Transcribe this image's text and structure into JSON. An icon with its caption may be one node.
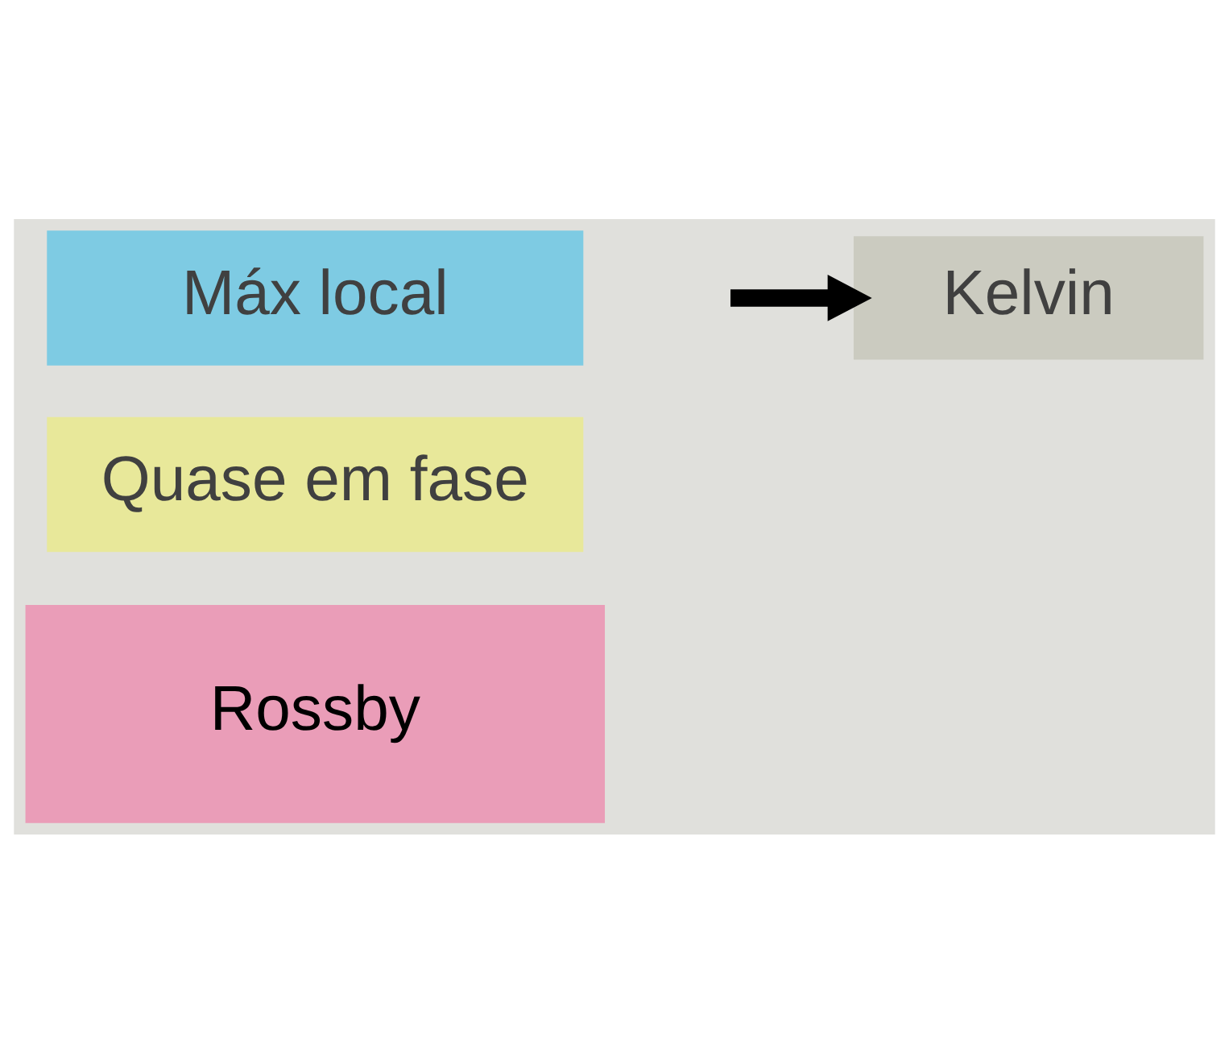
{
  "diagram": {
    "nodes": [
      {
        "text": [
          "Máx local"
        ]
      },
      {
        "text": [
          "Quase em fase"
        ]
      },
      {
        "text": [
          "Kelvin"
        ]
      },
      {
        "text": [
          "Rossby"
        ]
      }
    ],
    "edges": [
      {
        "from": null,
        "to": 2,
        "arrow": "to"
      }
    ]
  }
}
